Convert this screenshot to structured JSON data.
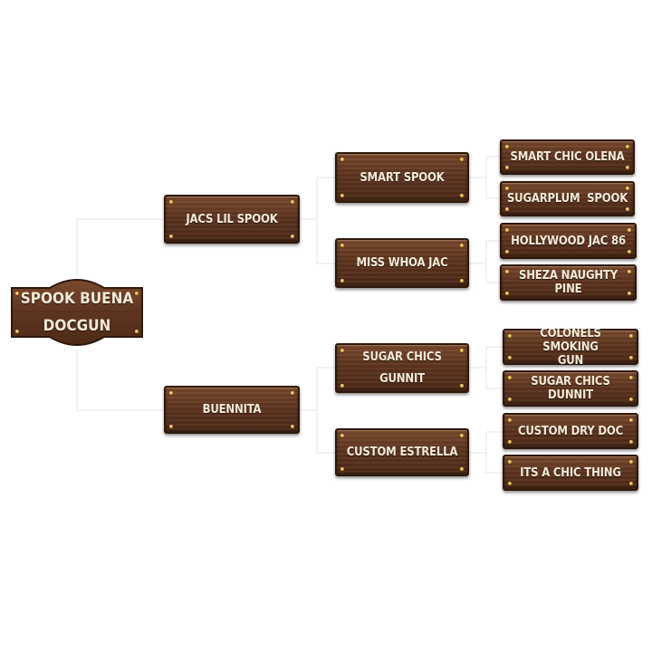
{
  "pedigree": {
    "root": {
      "line1": "SPOOK BUENA",
      "line2": "DOCGUN"
    },
    "sire": "JACS LIL SPOOK",
    "dam": "BUENNITA",
    "grandparents": [
      {
        "line1": "SMART SPOOK",
        "line2": ""
      },
      {
        "line1": "MISS WHOA JAC",
        "line2": ""
      },
      {
        "line1": "SUGAR CHICS",
        "line2": "GUNNIT"
      },
      {
        "line1": "CUSTOM ESTRELLA",
        "line2": ""
      }
    ],
    "great_grandparents": [
      {
        "line1": "SMART CHIC OLENA",
        "line2": ""
      },
      {
        "line1": "SUGARPLUM  SPOOK",
        "line2": ""
      },
      {
        "line1": "HOLLYWOOD JAC 86",
        "line2": ""
      },
      {
        "line1": "SHEZA NAUGHTY PINE",
        "line2": ""
      },
      {
        "line1": "COLONELS SMOKING",
        "line2": "GUN"
      },
      {
        "line1": "SUGAR CHICS DUNNIT",
        "line2": ""
      },
      {
        "line1": "CUSTOM DRY DOC",
        "line2": ""
      },
      {
        "line1": "ITS A CHIC THING",
        "line2": ""
      }
    ]
  },
  "colors": {
    "wood_light": "#7a4a2c",
    "wood_dark": "#4e2b18",
    "border": "#2e190c",
    "text": "#f4ead8",
    "nail": "#d8a93a",
    "connector": "#e4e4e4"
  }
}
